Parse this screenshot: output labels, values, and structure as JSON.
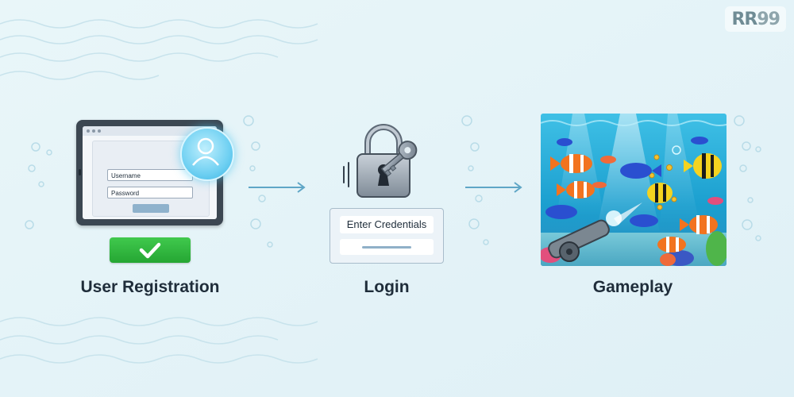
{
  "brand": {
    "logo_text_a": "RR",
    "logo_text_b": "99"
  },
  "steps": [
    {
      "label": "User Registration",
      "form": {
        "username_placeholder": "Username",
        "password_placeholder": "Password"
      },
      "illustration": "tablet-form-with-avatar",
      "status_icon": "checkmark-icon"
    },
    {
      "label": "Login",
      "illustration": "padlock-with-key",
      "card_text": "Enter Credentials"
    },
    {
      "label": "Gameplay",
      "illustration": "underwater-fish-shooting-game"
    }
  ],
  "flow_connectors": [
    "arrow-right-icon",
    "arrow-right-icon"
  ],
  "colors": {
    "background": "#e6f4f8",
    "accent": "#5fa6c6",
    "success_green": "#2db53a",
    "label_text": "#1f2d3a"
  }
}
